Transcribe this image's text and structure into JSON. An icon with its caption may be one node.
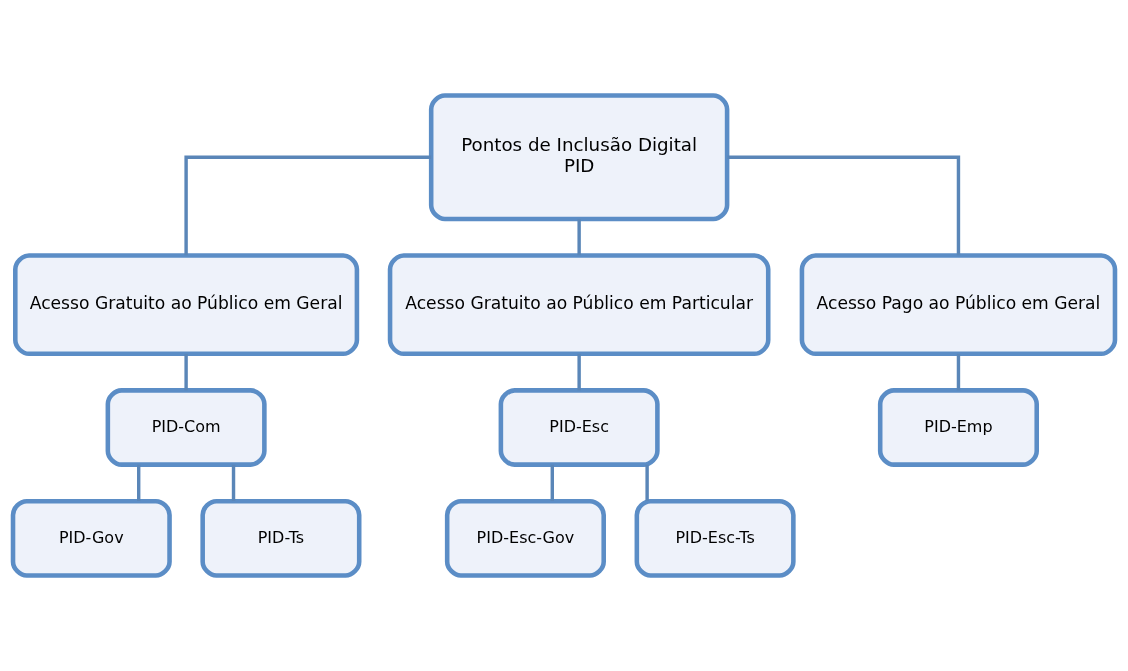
{
  "diagram": {
    "nodes": [
      {
        "text": [
          "Pontos de Inclusão Digital",
          "PID"
        ]
      },
      {
        "text": [
          "Acesso Gratuito ao Público em Geral"
        ]
      },
      {
        "text": [
          "Acesso Gratuito ao Público em Particular"
        ]
      },
      {
        "text": [
          "Acesso Pago ao Público em Geral"
        ]
      },
      {
        "text": [
          "PID-Com"
        ]
      },
      {
        "text": [
          "PID-Esc"
        ]
      },
      {
        "text": [
          "PID-Emp"
        ]
      },
      {
        "text": [
          "PID-Gov"
        ]
      },
      {
        "text": [
          "PID-Ts"
        ]
      },
      {
        "text": [
          "PID-Esc-Gov"
        ]
      },
      {
        "text": [
          "PID-Esc-Ts"
        ]
      }
    ],
    "edges": [
      {
        "from": 0,
        "to": 1,
        "arrow": "none"
      },
      {
        "from": 0,
        "to": 2,
        "arrow": "none"
      },
      {
        "from": 0,
        "to": 3,
        "arrow": "none"
      },
      {
        "from": 1,
        "to": 4,
        "arrow": "none"
      },
      {
        "from": 2,
        "to": 5,
        "arrow": "none"
      },
      {
        "from": 3,
        "to": 6,
        "arrow": "none"
      },
      {
        "from": 4,
        "to": 7,
        "arrow": "none"
      },
      {
        "from": 4,
        "to": 8,
        "arrow": "none"
      },
      {
        "from": 5,
        "to": 9,
        "arrow": "none"
      },
      {
        "from": 5,
        "to": 10,
        "arrow": "none"
      }
    ]
  }
}
